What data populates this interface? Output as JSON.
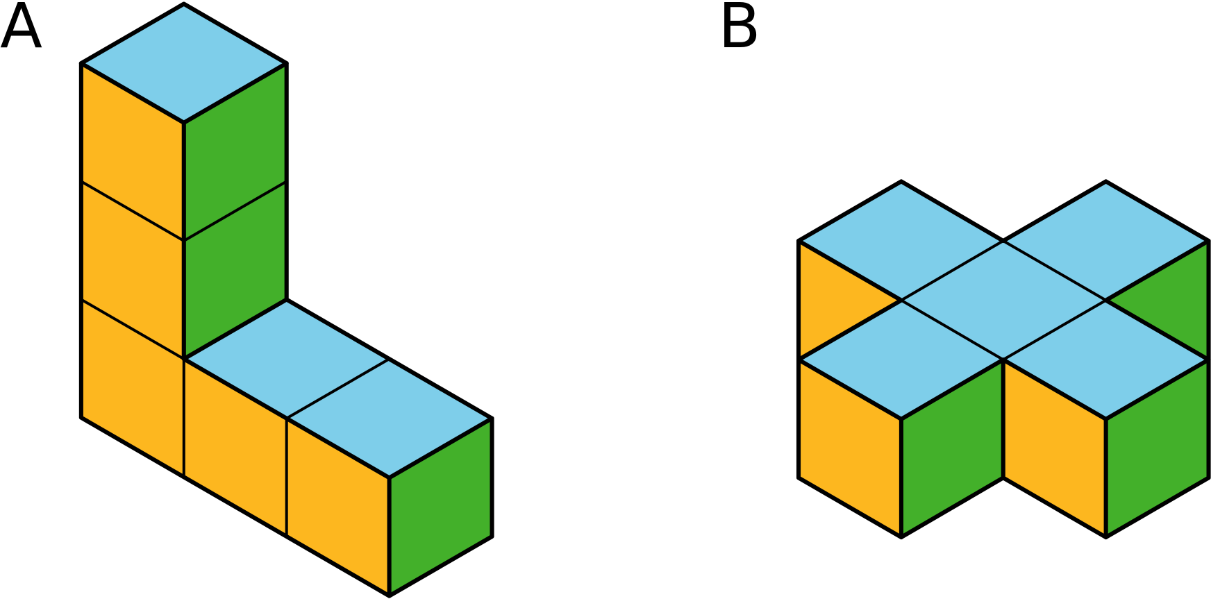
{
  "figures": [
    {
      "label": "A",
      "description": "L-shaped arrangement of 5 unit cubes: a vertical column of 3 cubes with 2 more cubes extending along the bottom to the right-front",
      "cube_count": 5
    },
    {
      "label": "B",
      "description": "Arrangement of 6 unit cubes: a flat layer of 5 top faces visible with two front cubes showing full side faces",
      "cube_count": 6
    }
  ],
  "colors": {
    "top": "#7ECEEA",
    "left": "#FDB71F",
    "right": "#43B02A",
    "outline": "#000000",
    "background": "#FFFFFF"
  }
}
